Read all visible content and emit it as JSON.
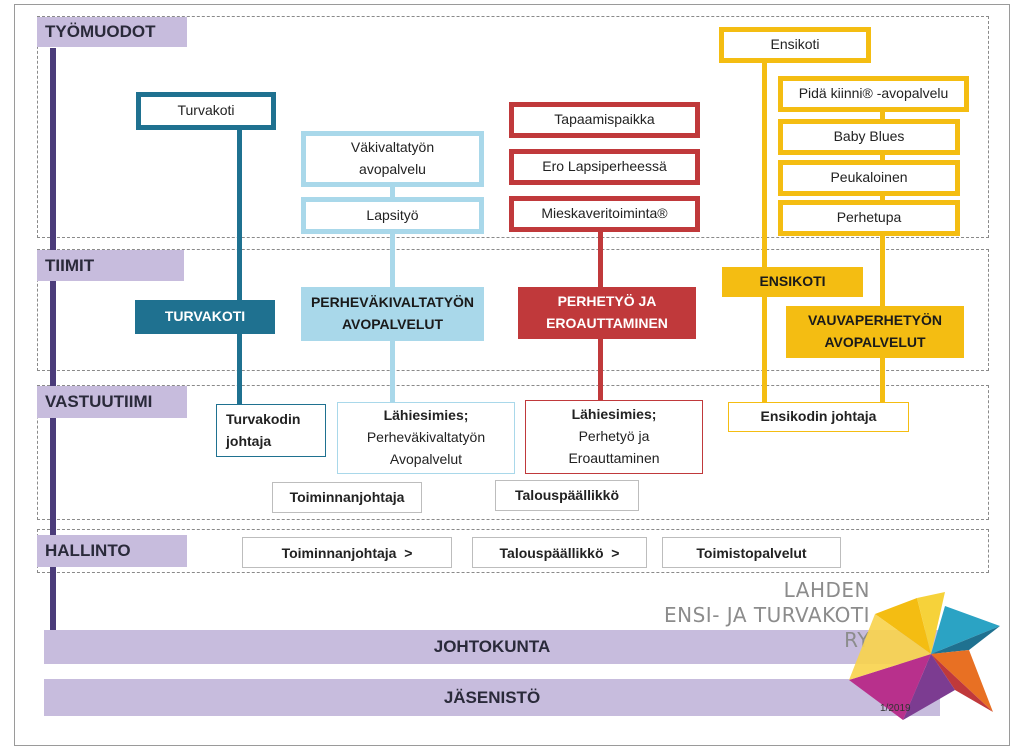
{
  "sections": {
    "tyomuodot": "TYÖMUODOT",
    "tiimit": "TIIMIT",
    "vastuutiimi": "VASTUUTIIMI",
    "hallinto": "HALLINTO"
  },
  "colors": {
    "teal": "#1f7190",
    "light_blue": "#a9d8ea",
    "red": "#c0393b",
    "yellow": "#f4bd12",
    "purple": "#c7bcdd",
    "spine": "#4b3c7a"
  },
  "turvakoti": {
    "workforms": [
      "Turvakoti"
    ],
    "team": "TURVAKOTI",
    "lead": [
      "Turvakodin",
      "johtaja"
    ]
  },
  "perhevakivalta": {
    "workforms": [
      [
        "Väkivaltatyön",
        "avopalvelu"
      ],
      "Lapsityö"
    ],
    "team": [
      "PERHEVÄKIVALTATYÖN",
      "AVOPALVELUT"
    ],
    "lead": [
      "Lähiesimies;",
      "Perheväkivaltatyön",
      "Avopalvelut"
    ]
  },
  "perhetyo": {
    "workforms": [
      "Tapaamispaikka",
      "Ero Lapsiperheessä",
      "Mieskaveritoiminta®"
    ],
    "team": [
      "PERHETYÖ JA",
      "EROAUTTAMINEN"
    ],
    "lead": [
      "Lähiesimies;",
      "Perhetyö ja",
      "Eroauttaminen"
    ]
  },
  "ensikoti": {
    "workforms": [
      "Ensikoti",
      "Pidä kiinni® -avopalvelu",
      "Baby Blues",
      "Peukaloinen",
      "Perhetupa"
    ],
    "team": "ENSIKOTI",
    "team2": [
      "VAUVAPERHETYÖN",
      "AVOPALVELUT"
    ],
    "lead": "Ensikodin johtaja"
  },
  "vastuutiimi_extra": [
    "Toiminnanjohtaja",
    "Talouspäällikkö"
  ],
  "hallinto": [
    "Toiminnanjohtaja  >",
    "Talouspäällikkö  >",
    "Toimistopalvelut"
  ],
  "logo": {
    "line1": "LAHDEN",
    "line2": "ENSI- JA TURVAKOTI RY"
  },
  "bars": {
    "johtokunta": "JOHTOKUNTA",
    "jasenisto": "JÄSENISTÖ"
  },
  "date": "1/2019",
  "icons": [
    "pinwheel-logo-icon"
  ]
}
